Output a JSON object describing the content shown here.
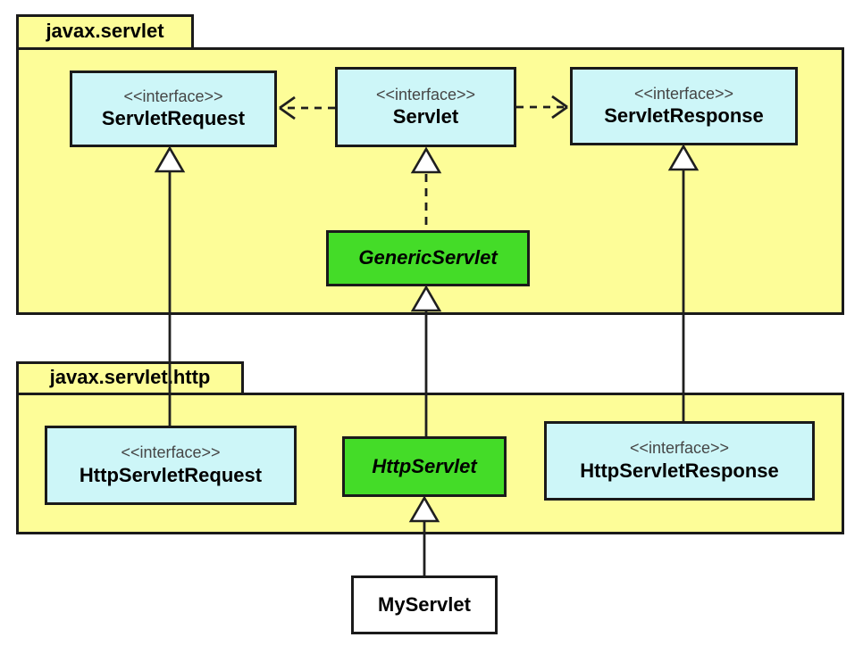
{
  "colors": {
    "package_fill": "#FDFD98",
    "interface_fill": "#CDF6F8",
    "class_fill": "#44DC28",
    "plain_fill": "#FFFFFF",
    "border": "#1A1A1A",
    "stereotype_text": "#464646"
  },
  "packages": {
    "servlet": {
      "label": "javax.servlet"
    },
    "servlet_http": {
      "label": "javax.servlet.http"
    }
  },
  "nodes": {
    "servlet_request": {
      "stereotype": "<<interface>>",
      "name": "ServletRequest"
    },
    "servlet": {
      "stereotype": "<<interface>>",
      "name": "Servlet"
    },
    "servlet_response": {
      "stereotype": "<<interface>>",
      "name": "ServletResponse"
    },
    "generic_servlet": {
      "name": "GenericServlet"
    },
    "http_servlet_request": {
      "stereotype": "<<interface>>",
      "name": "HttpServletRequest"
    },
    "http_servlet": {
      "name": "HttpServlet"
    },
    "http_servlet_response": {
      "stereotype": "<<interface>>",
      "name": "HttpServletResponse"
    },
    "my_servlet": {
      "name": "MyServlet"
    }
  },
  "relationships": [
    {
      "from": "Servlet",
      "to": "ServletRequest",
      "type": "dependency"
    },
    {
      "from": "Servlet",
      "to": "ServletResponse",
      "type": "dependency"
    },
    {
      "from": "GenericServlet",
      "to": "Servlet",
      "type": "realization"
    },
    {
      "from": "HttpServlet",
      "to": "GenericServlet",
      "type": "generalization"
    },
    {
      "from": "HttpServletRequest",
      "to": "ServletRequest",
      "type": "generalization"
    },
    {
      "from": "HttpServletResponse",
      "to": "ServletResponse",
      "type": "generalization"
    },
    {
      "from": "MyServlet",
      "to": "HttpServlet",
      "type": "generalization"
    }
  ]
}
